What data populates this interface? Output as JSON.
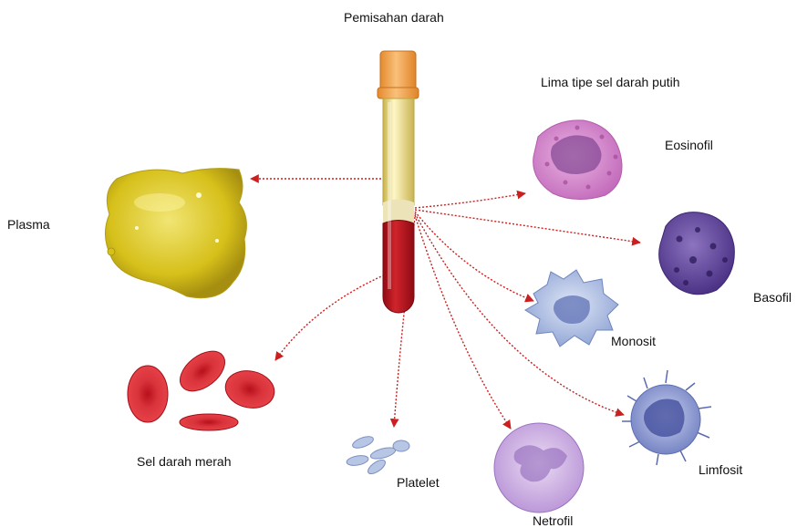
{
  "title": "Pemisahan darah",
  "subtitle": "Lima tipe sel darah putih",
  "labels": {
    "plasma": "Plasma",
    "rbc": "Sel darah merah",
    "platelet": "Platelet",
    "eosinophil": "Eosinofil",
    "basophil": "Basofil",
    "monocyte": "Monosit",
    "lymphocyte": "Limfosit",
    "neutrophil": "Netrofil"
  },
  "colors": {
    "arrow": "#cc1f1f",
    "plasma": "#d8c21a",
    "blood": "#b5121b",
    "cap": "#f0a04b",
    "eosinophil": "#d98ed0",
    "basophil": "#6b4da0",
    "monocyte": "#9fb2dc",
    "lymphocyte": "#8a98cc",
    "neutrophil": "#c7a9dc"
  }
}
